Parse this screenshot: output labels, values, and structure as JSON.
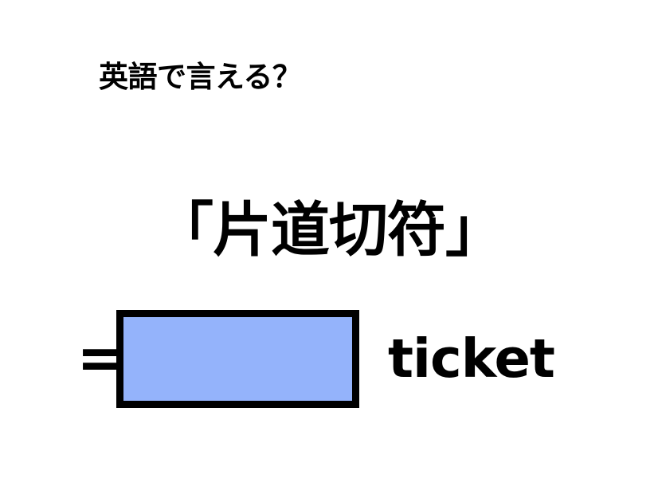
{
  "slide": {
    "background_color": "#ffffff",
    "text_color": "#000000",
    "prompt": "英語で言える？",
    "term": "「片道切符」",
    "answer": {
      "equals": "=",
      "blank_box": {
        "fill_color": "#94b3fb",
        "border_color": "#000000",
        "label": ""
      },
      "word": "ticket"
    }
  }
}
